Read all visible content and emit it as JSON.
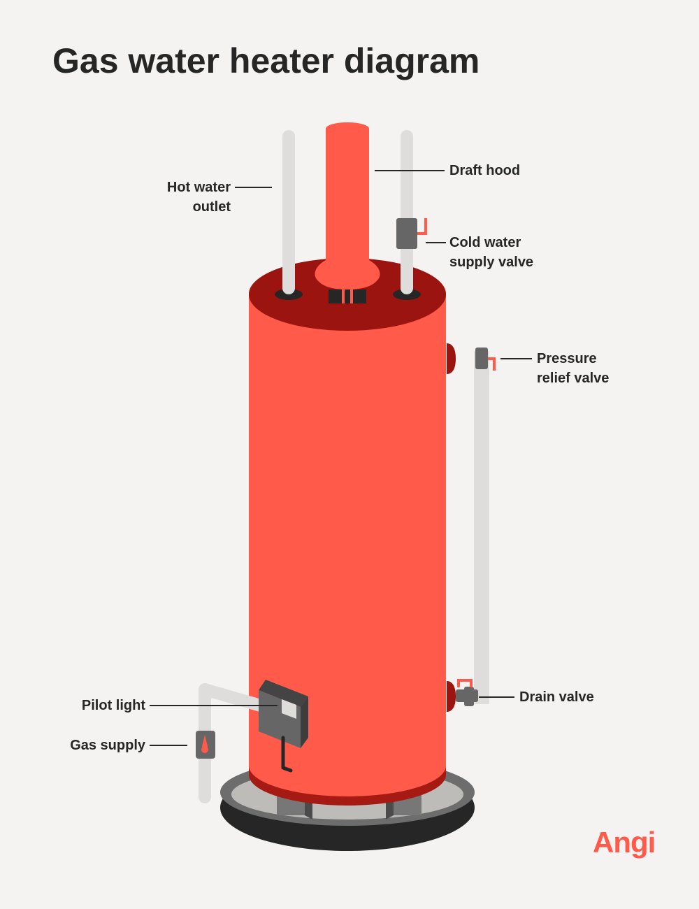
{
  "title": "Gas water heater diagram",
  "labels": {
    "draft_hood": "Draft hood",
    "hot_water_outlet": [
      "Hot water",
      "outlet"
    ],
    "cold_water_supply_valve": [
      "Cold water",
      "supply valve"
    ],
    "pressure_relief_valve": [
      "Pressure",
      "relief valve"
    ],
    "drain_valve": "Drain valve",
    "pilot_light": "Pilot light",
    "gas_supply": "Gas supply"
  },
  "logo": "Angi",
  "colors": {
    "background": "#f4f3f1",
    "tank": "#ff5a4a",
    "tank_dark": "#9b1410",
    "pipe": "#dedddb",
    "valve": "#6c6c6c",
    "text": "#262626"
  }
}
